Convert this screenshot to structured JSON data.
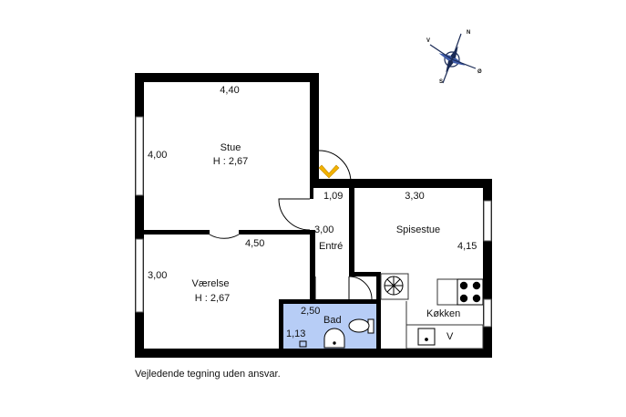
{
  "rooms": {
    "stue": {
      "name": "Stue",
      "height": "H : 2,67",
      "width": "4,40",
      "depth": "4,00"
    },
    "vaerelse": {
      "name": "Værelse",
      "height": "H : 2,67",
      "width": "4,50",
      "depth": "3,00"
    },
    "entre": {
      "name": "Entré",
      "width": "1,09",
      "depth": "3,00"
    },
    "spisestue": {
      "name": "Spisestue",
      "width": "3,30",
      "depth": "4,15"
    },
    "bad": {
      "name": "Bad",
      "width": "2,50",
      "depth": "1,13"
    },
    "kokken": {
      "name": "Køkken",
      "sink_label": "V"
    }
  },
  "compass": {
    "n": "N",
    "o": "Ø",
    "s": "S",
    "v": "V"
  },
  "footer": "Vejledende tegning uden ansvar.",
  "colors": {
    "wall": "#000000",
    "bath_floor": "#b7cdf6",
    "entrance_arrow": "#f2b200"
  }
}
